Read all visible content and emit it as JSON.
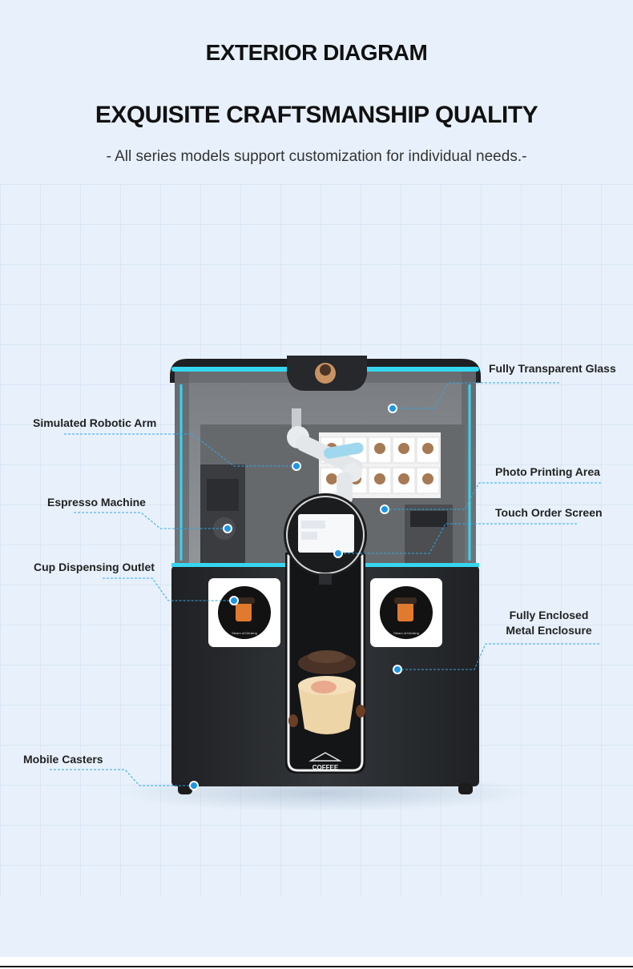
{
  "header": {
    "title": "EXTERIOR DIAGRAM",
    "headline": "EXQUISITE CRAFTSMANSHIP QUALITY",
    "subtitle": "- All series models support customization for individual needs.-"
  },
  "callouts": {
    "fully_transparent_glass": "Fully Transparent Glass",
    "simulated_robotic_arm": "Simulated Robotic Arm",
    "photo_printing_area": "Photo Printing Area",
    "espresso_machine": "Espresso Machine",
    "touch_order_screen": "Touch Order Screen",
    "cup_dispensing_outlet": "Cup Dispensing Outlet",
    "fully_enclosed_line1": "Fully Enclosed",
    "fully_enclosed_line2": "Metal Enclosure",
    "mobile_casters": "Mobile Casters"
  },
  "machine": {
    "front_panel_logo": "COFFEE",
    "side_panel_caption": "Steam of Drinking"
  },
  "colors": {
    "accent_cyan": "#35d6f0",
    "callout_dot": "#1e96e6",
    "cabinet": "#2a2c30"
  }
}
